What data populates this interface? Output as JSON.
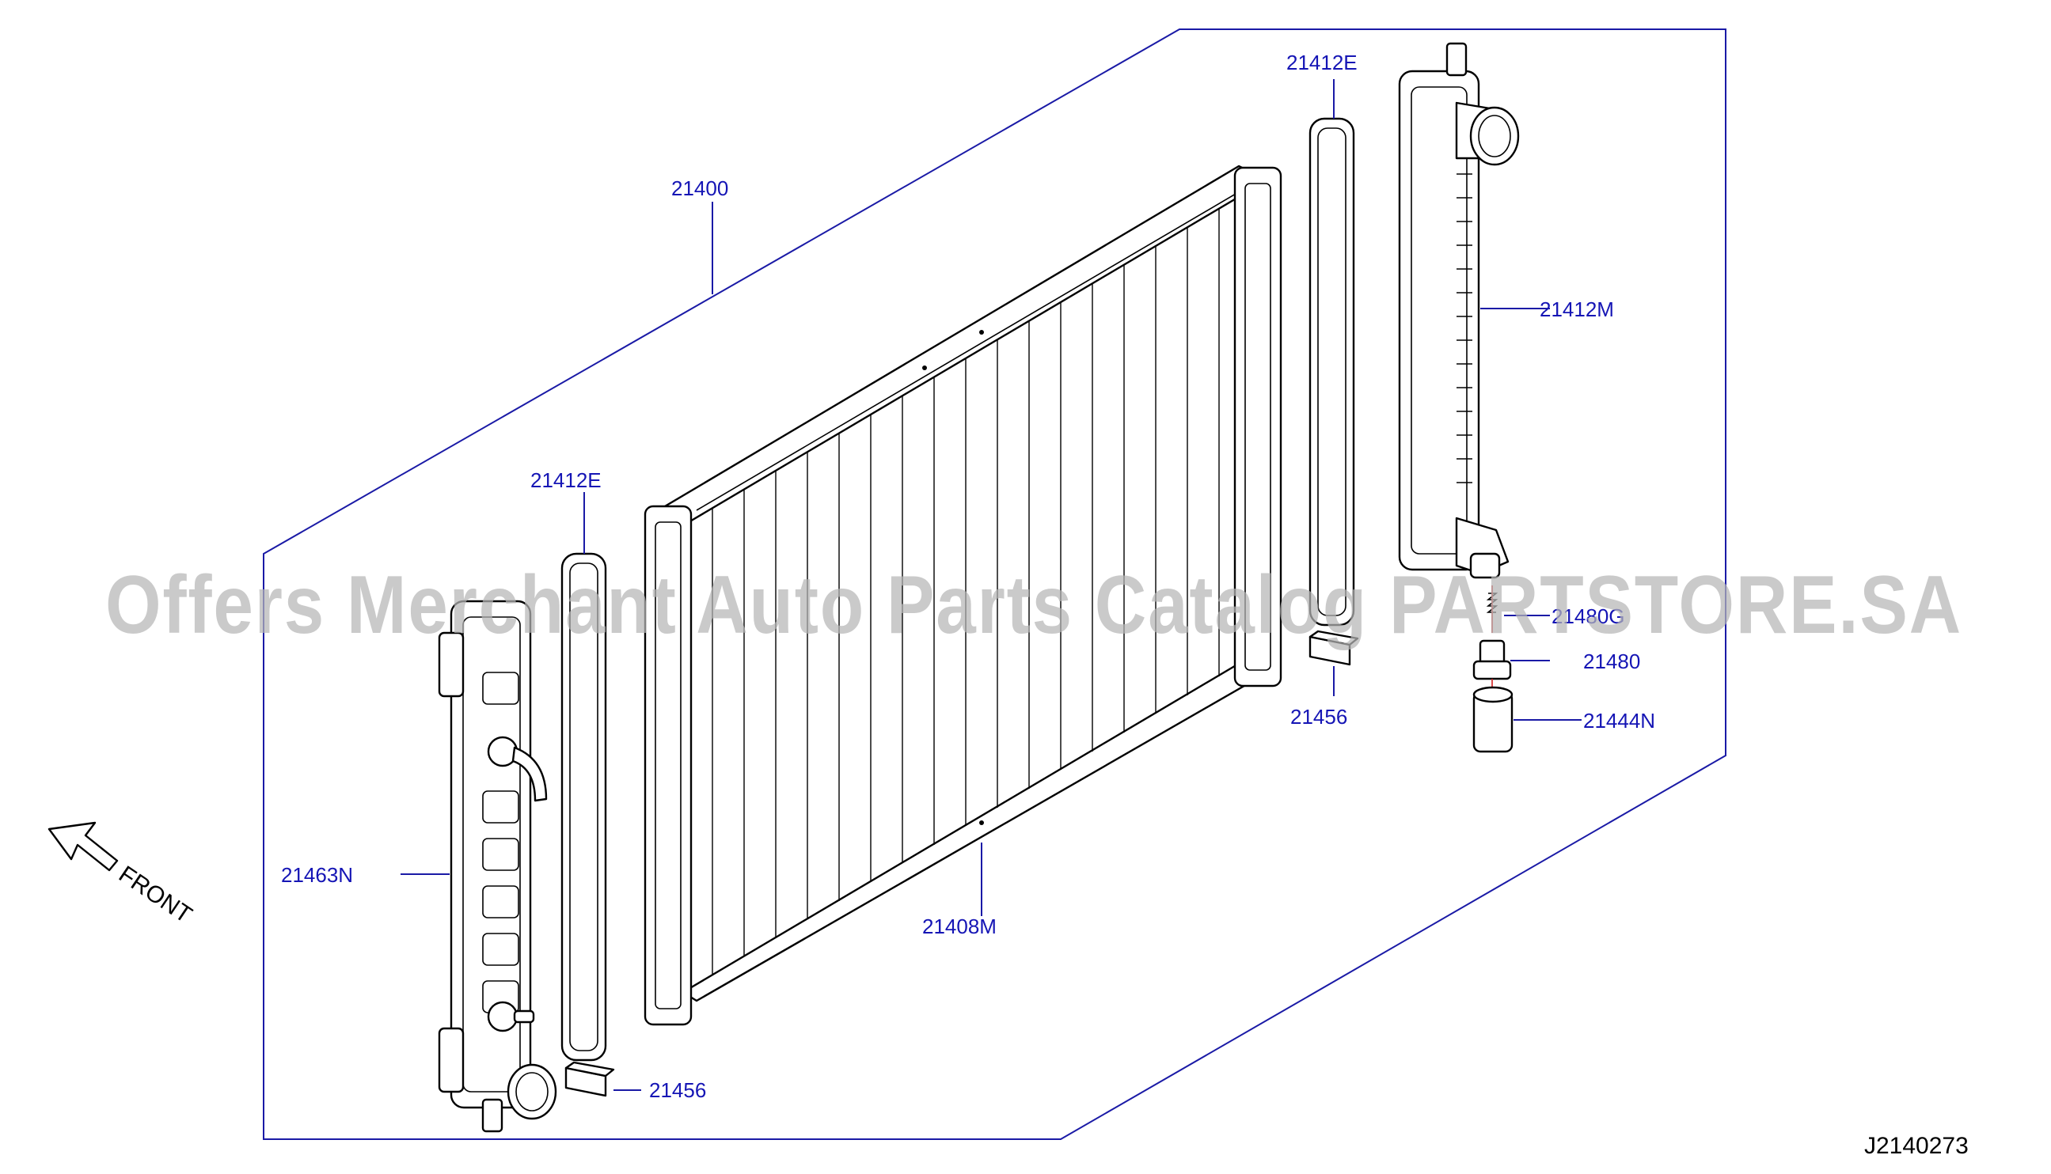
{
  "labels": {
    "assembly": "21400",
    "core": "21408M",
    "tank_left": "21463N",
    "tank_right": "21412M",
    "seal_left": "21412E",
    "seal_right": "21412E",
    "mount_left": "21456",
    "mount_right": "21456",
    "drain_seal": "21480G",
    "drain_cock": "21480",
    "bushing": "21444N"
  },
  "direction": "FRONT",
  "diagram_id": "J2140273",
  "watermark": "Offers Merchant Auto Parts Catalog PARTSTORE.SA"
}
